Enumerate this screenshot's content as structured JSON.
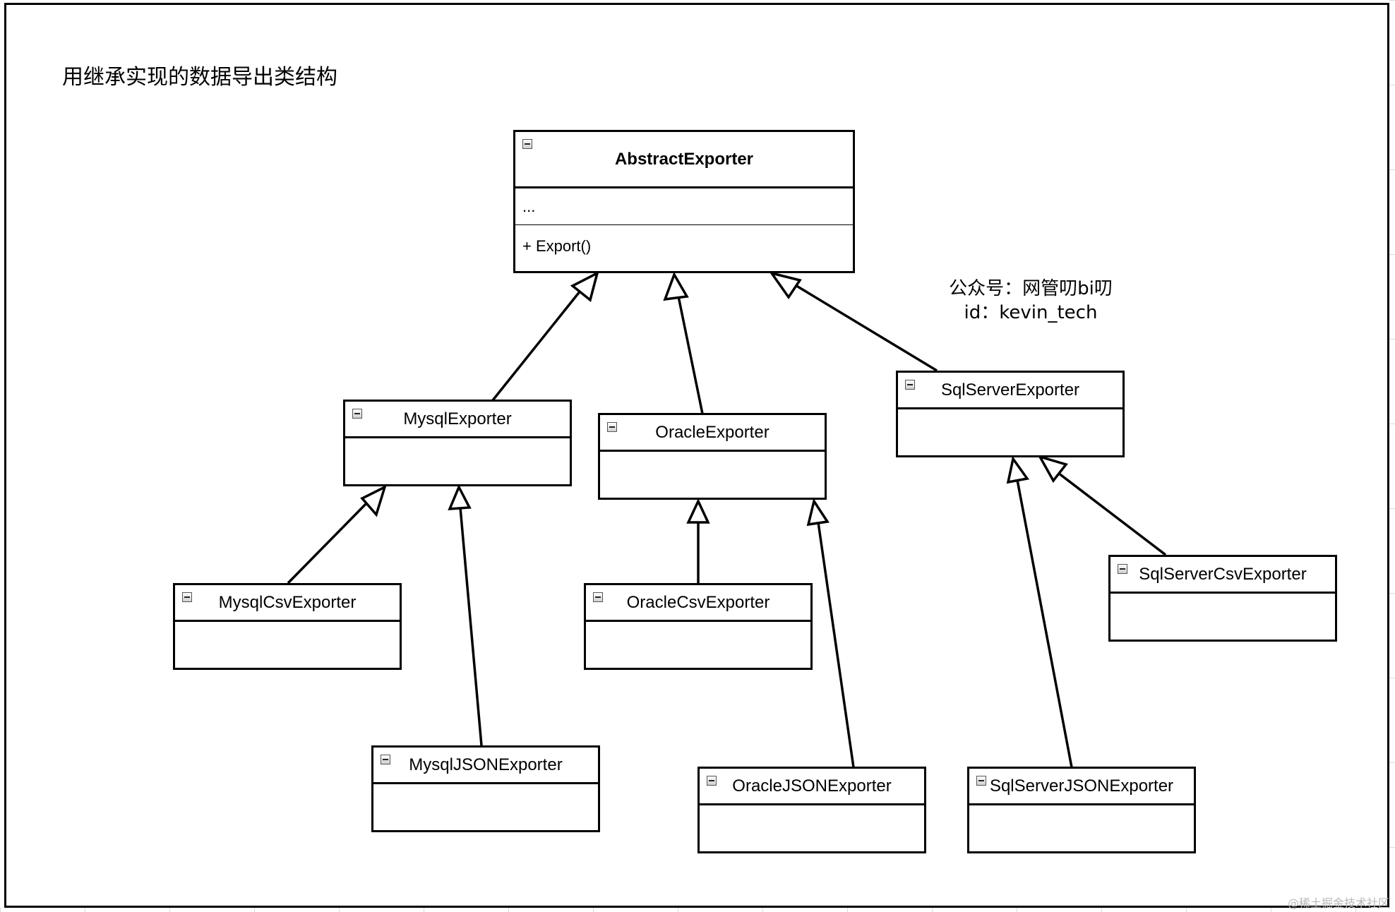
{
  "title": "用继承实现的数据导出类结构",
  "credit": {
    "line1": "公众号：网管叨bi叨",
    "line2": "id：kevin_tech"
  },
  "watermark": "@稀土掘金技术社区",
  "classes": {
    "abstract": {
      "name": "AbstractExporter",
      "attributes": "...",
      "operations": "+ Export()"
    },
    "mysql": {
      "name": "MysqlExporter"
    },
    "oracle": {
      "name": "OracleExporter"
    },
    "sqlserver": {
      "name": "SqlServerExporter"
    },
    "mysql_csv": {
      "name": "MysqlCsvExporter"
    },
    "mysql_json": {
      "name": "MysqlJSONExporter"
    },
    "oracle_csv": {
      "name": "OracleCsvExporter"
    },
    "oracle_json": {
      "name": "OracleJSONExporter"
    },
    "sqlserver_csv": {
      "name": "SqlServerCsvExporter"
    },
    "sqlserver_json": {
      "name": "SqlServerJSONExporter"
    }
  },
  "relations": [
    {
      "type": "generalization",
      "from": "MysqlExporter",
      "to": "AbstractExporter"
    },
    {
      "type": "generalization",
      "from": "OracleExporter",
      "to": "AbstractExporter"
    },
    {
      "type": "generalization",
      "from": "SqlServerExporter",
      "to": "AbstractExporter"
    },
    {
      "type": "generalization",
      "from": "MysqlCsvExporter",
      "to": "MysqlExporter"
    },
    {
      "type": "generalization",
      "from": "MysqlJSONExporter",
      "to": "MysqlExporter"
    },
    {
      "type": "generalization",
      "from": "OracleCsvExporter",
      "to": "OracleExporter"
    },
    {
      "type": "generalization",
      "from": "OracleJSONExporter",
      "to": "OracleExporter"
    },
    {
      "type": "generalization",
      "from": "SqlServerCsvExporter",
      "to": "SqlServerExporter"
    },
    {
      "type": "generalization",
      "from": "SqlServerJSONExporter",
      "to": "SqlServerExporter"
    }
  ]
}
